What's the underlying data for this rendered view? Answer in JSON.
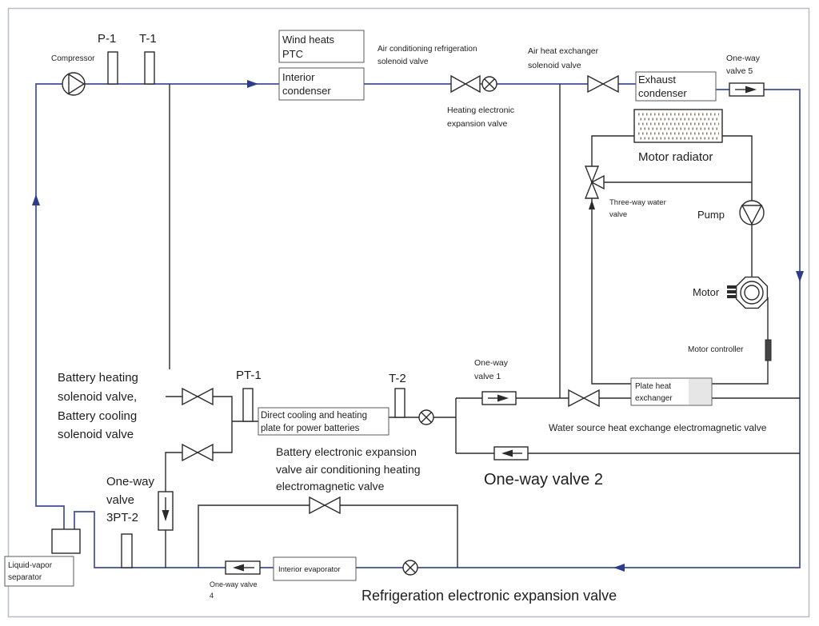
{
  "labels": {
    "p1": "P-1",
    "t1": "T-1",
    "compressor": "Compressor",
    "wind_heats_ptc": [
      "Wind heats",
      "PTC"
    ],
    "interior_condenser": [
      "Interior",
      "condenser"
    ],
    "ac_refrigeration_solenoid_valve": [
      "Air conditioning refrigeration",
      "solenoid valve"
    ],
    "air_heat_exchanger_solenoid_valve": [
      "Air heat exchanger",
      "solenoid valve"
    ],
    "one_way_valve_5": [
      "One-way",
      "valve 5"
    ],
    "exhaust_condenser": [
      "Exhaust",
      "condenser"
    ],
    "heating_expansion_valve": [
      "Heating electronic",
      "expansion valve"
    ],
    "motor_radiator": "Motor radiator",
    "three_way_water_valve": [
      "Three-way water",
      "valve"
    ],
    "pump": "Pump",
    "motor": "Motor",
    "motor_controller": "Motor controller",
    "battery_solenoid_valves": [
      "Battery heating",
      "solenoid valve,",
      "Battery cooling",
      "solenoid valve"
    ],
    "pt1": "PT-1",
    "t2": "T-2",
    "one_way_valve_1": [
      "One-way",
      "valve 1"
    ],
    "plate_heat_exchanger": [
      "Plate heat",
      "exchanger"
    ],
    "battery_cooling_plate": [
      "Direct cooling and heating",
      "plate for power batteries"
    ],
    "water_source_valve": "Water source heat exchange electromagnetic valve",
    "battery_expansion_heating_valve": [
      "Battery electronic expansion",
      "valve air conditioning heating",
      "electromagnetic valve"
    ],
    "one_way_valve_2": "One-way valve 2",
    "one_way_valve_3_pt2": [
      "One-way",
      "valve",
      "3PT-2"
    ],
    "liquid_vapor_separator": [
      "Liquid-vapor",
      "separator"
    ],
    "one_way_valve_4": [
      "One-way valve",
      "4"
    ],
    "interior_evaporator": "Interior evaporator",
    "refrigeration_expansion_valve": "Refrigeration electronic expansion valve"
  },
  "colors": {
    "refrigerant_pipe": "#3f4f95",
    "line": "#2b2b2b",
    "flow_arrow": "#2e3d8a",
    "frame": "#b8bccb",
    "radiator_fins": "#8c7b66"
  }
}
